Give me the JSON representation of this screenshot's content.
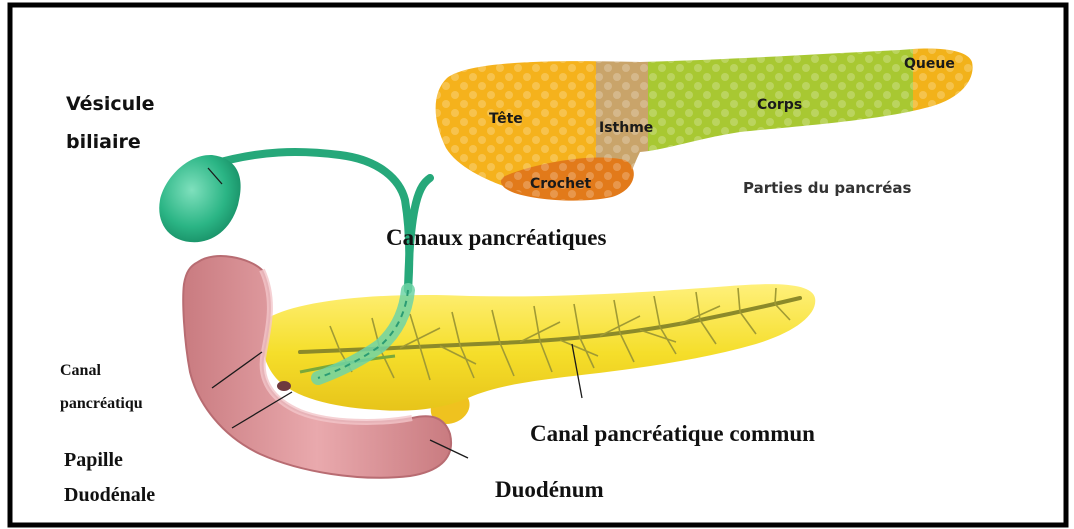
{
  "diagram": {
    "pancreas_parts": {
      "caption": "Parties du pancréas",
      "head": "Tête",
      "isthmus": "Isthme",
      "body": "Corps",
      "tail": "Queue",
      "hook": "Crochet"
    },
    "labels": {
      "gallbladder_line1": "Vésicule",
      "gallbladder_line2": "biliaire",
      "pancreatic_ducts": "Canaux pancréatiques",
      "duct_line1": "Canal",
      "duct_line2": "pancréatiqu",
      "papilla_line1": "Papille",
      "papilla_line2": "Duodénale",
      "common_duct": "Canal pancréatique commun",
      "duodenum": "Duodénum"
    },
    "colors": {
      "head": "#f5b21c",
      "isthmus": "#c9a46a",
      "body": "#a8c832",
      "tail": "#f2b21a",
      "hook": "#e27a1a",
      "gallbladder": "#2bb585",
      "pancreas": "#f2dc3a",
      "duodenum": "#d9959a",
      "duct": "#8c8a2a"
    }
  }
}
